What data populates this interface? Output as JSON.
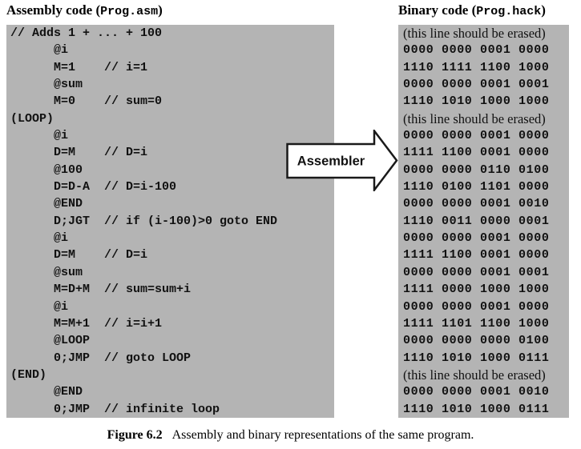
{
  "headers": {
    "assembly": {
      "prefix": "Assembly code (",
      "filename": "Prog.asm",
      "suffix": ")"
    },
    "binary": {
      "prefix": "Binary code (",
      "filename": "Prog.hack",
      "suffix": ")"
    }
  },
  "arrow": {
    "label": "Assembler"
  },
  "caption": {
    "label": "Figure 6.2",
    "text": "Assembly and binary representations of the same program."
  },
  "colors": {
    "panel_gray": "#b4b4b4",
    "text": "#000000",
    "arrow_fill": "#ffffff",
    "arrow_stroke": "#1a1a1a"
  },
  "assembly": {
    "lines": [
      "// Adds 1 + ... + 100",
      "      @i",
      "      M=1    // i=1",
      "      @sum",
      "      M=0    // sum=0",
      "(LOOP)",
      "      @i",
      "      D=M    // D=i",
      "      @100",
      "      D=D-A  // D=i-100",
      "      @END",
      "      D;JGT  // if (i-100)>0 goto END",
      "      @i",
      "      D=M    // D=i",
      "      @sum",
      "      M=D+M  // sum=sum+i",
      "      @i",
      "      M=M+1  // i=i+1",
      "      @LOOP",
      "      0;JMP  // goto LOOP",
      "(END)",
      "      @END",
      "      0;JMP  // infinite loop"
    ]
  },
  "binary": {
    "rows": [
      {
        "kind": "erased",
        "text": "(this line should be erased)"
      },
      {
        "kind": "code",
        "text": "0000 0000 0001 0000"
      },
      {
        "kind": "code",
        "text": "1110 1111 1100 1000"
      },
      {
        "kind": "code",
        "text": "0000 0000 0001 0001"
      },
      {
        "kind": "code",
        "text": "1110 1010 1000 1000"
      },
      {
        "kind": "erased",
        "text": "(this line should be erased)"
      },
      {
        "kind": "code",
        "text": "0000 0000 0001 0000"
      },
      {
        "kind": "code",
        "text": "1111 1100 0001 0000"
      },
      {
        "kind": "code",
        "text": "0000 0000 0110 0100"
      },
      {
        "kind": "code",
        "text": "1110 0100 1101 0000"
      },
      {
        "kind": "code",
        "text": "0000 0000 0001 0010"
      },
      {
        "kind": "code",
        "text": "1110 0011 0000 0001"
      },
      {
        "kind": "code",
        "text": "0000 0000 0001 0000"
      },
      {
        "kind": "code",
        "text": "1111 1100 0001 0000"
      },
      {
        "kind": "code",
        "text": "0000 0000 0001 0001"
      },
      {
        "kind": "code",
        "text": "1111 0000 1000 1000"
      },
      {
        "kind": "code",
        "text": "0000 0000 0001 0000"
      },
      {
        "kind": "code",
        "text": "1111 1101 1100 1000"
      },
      {
        "kind": "code",
        "text": "0000 0000 0000 0100"
      },
      {
        "kind": "code",
        "text": "1110 1010 1000 0111"
      },
      {
        "kind": "erased",
        "text": "(this line should be erased)"
      },
      {
        "kind": "code",
        "text": "0000 0000 0001 0010"
      },
      {
        "kind": "code",
        "text": "1110 1010 1000 0111"
      }
    ]
  }
}
